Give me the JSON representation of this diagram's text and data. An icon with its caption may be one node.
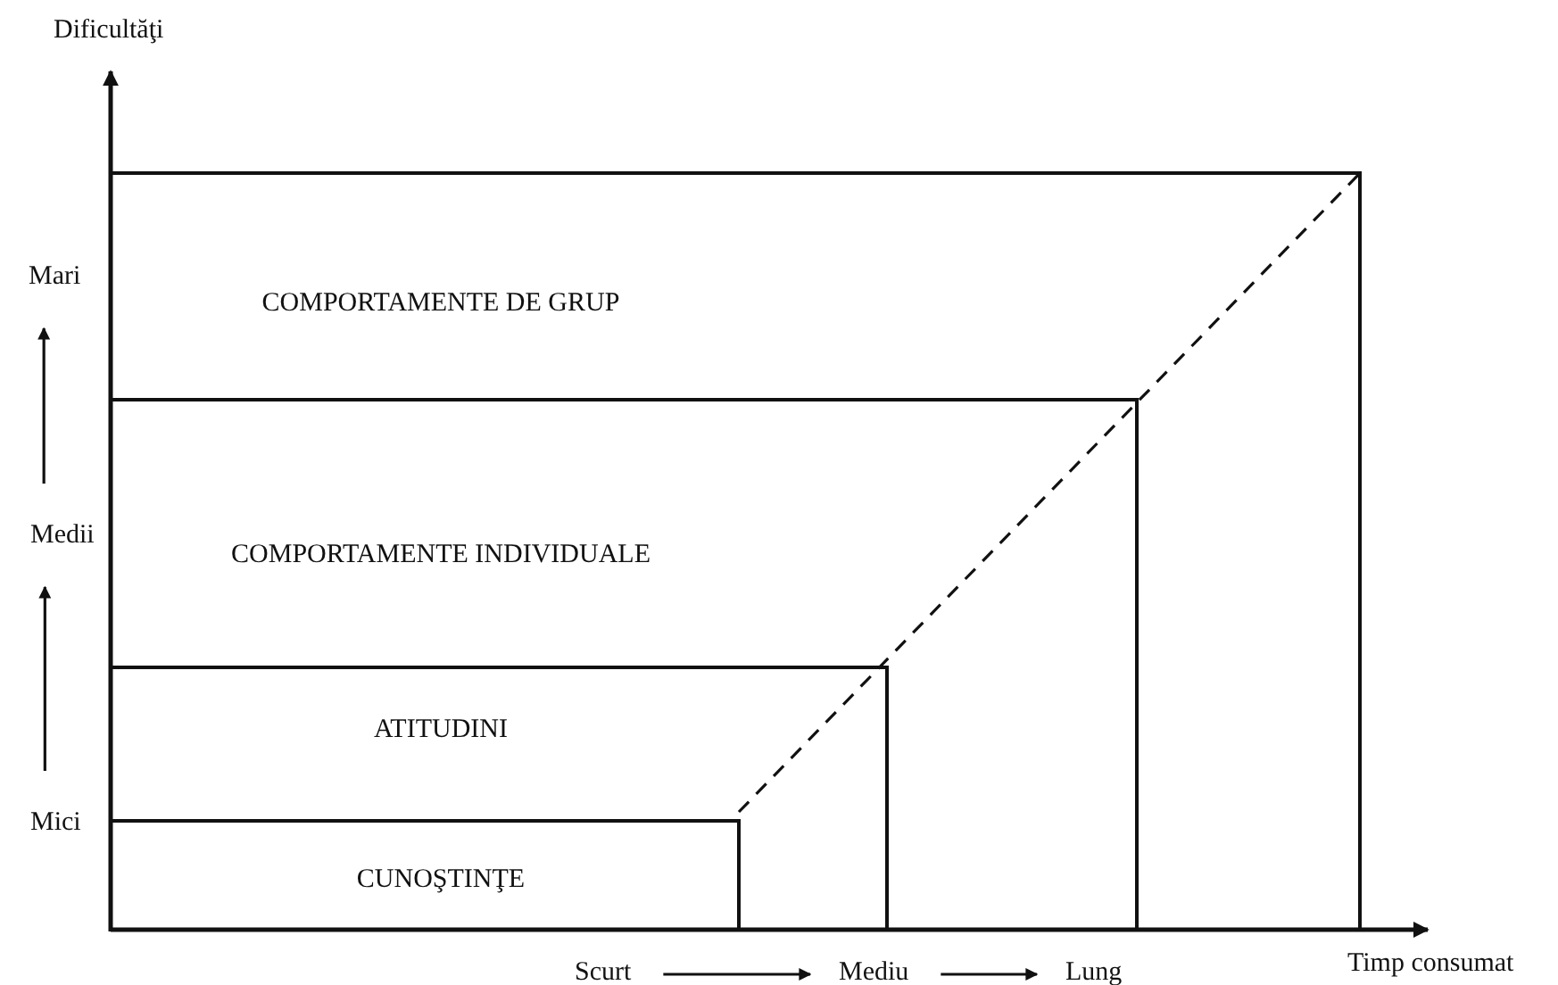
{
  "diagram": {
    "nodes": [
      {
        "text": [
          "COMPORTAMENTE DE GRUP"
        ]
      },
      {
        "text": [
          "COMPORTAMENTE INDIVIDUALE"
        ],
        "in": 0
      },
      {
        "text": [
          "ATITUDINI"
        ],
        "in": 1
      },
      {
        "text": [
          "CUNOŞTINŢE"
        ],
        "in": 2
      },
      {
        "text": [
          "Mari"
        ]
      },
      {
        "text": [
          "Medii"
        ]
      },
      {
        "text": [
          "Mici"
        ]
      },
      {
        "text": [
          "Scurt"
        ]
      },
      {
        "text": [
          "Mediu"
        ]
      },
      {
        "text": [
          "Lung"
        ]
      }
    ],
    "edges": [
      {
        "from": 6,
        "to": 5,
        "arrow": "to"
      },
      {
        "from": 5,
        "to": 4,
        "arrow": "to"
      },
      {
        "from": 7,
        "to": 8,
        "arrow": "to"
      },
      {
        "from": 8,
        "to": 9,
        "arrow": "to"
      }
    ],
    "labels": [
      "Dificultăţi",
      "Timp consumat"
    ]
  }
}
